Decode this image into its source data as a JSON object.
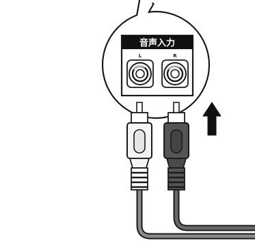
{
  "panel": {
    "title": "音声入力",
    "left_label": "L",
    "right_label": "R"
  },
  "icons": {
    "arrow": "up-arrow-icon",
    "left_jack": "rca-jack-icon",
    "right_jack": "rca-jack-icon",
    "white_plug": "rca-plug-white-icon",
    "red_plug": "rca-plug-dark-icon"
  },
  "colors": {
    "line": "#1a1a1a",
    "panel_bar": "#111111",
    "plug_white": "#f4f4f4",
    "plug_dark": "#555555",
    "cable": "#6a6a6a"
  }
}
